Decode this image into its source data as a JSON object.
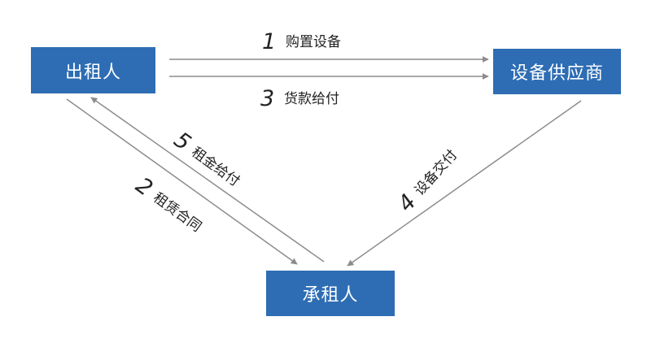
{
  "nodes": {
    "lessor": "出租人",
    "supplier": "设备供应商",
    "lessee": "承租人"
  },
  "flows": [
    {
      "num": "1",
      "text": "购置设备"
    },
    {
      "num": "3",
      "text": "货款给付"
    },
    {
      "num": "5",
      "text": "租金给付"
    },
    {
      "num": "2",
      "text": "租赁合同"
    },
    {
      "num": "4",
      "text": "设备交付"
    }
  ],
  "colors": {
    "box": "#2e6db4",
    "arrow": "#8c8c8c",
    "label": "#222222"
  }
}
